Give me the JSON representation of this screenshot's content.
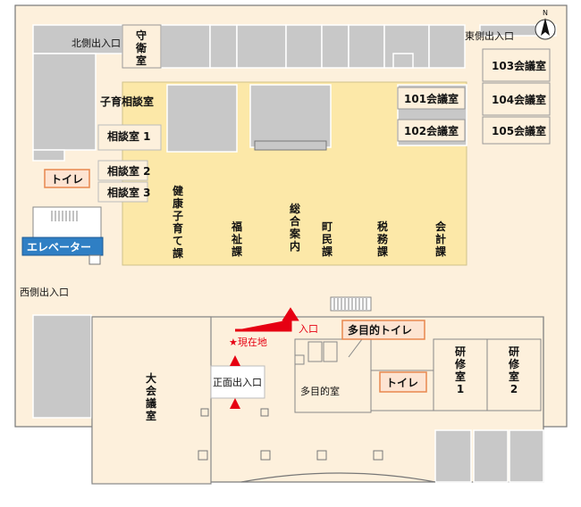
{
  "compass": "N",
  "labels": {
    "north_entrance": "北側出入口",
    "guard_room": "守衛室",
    "east_entrance": "東側出入口",
    "room_103": "103会議室",
    "room_104": "104会議室",
    "room_105": "105会議室",
    "room_101": "101会議室",
    "room_102": "102会議室",
    "childcare_consult": "子育相談室",
    "consult_1": "相談室 1",
    "consult_2": "相談室 2",
    "consult_3": "相談室 3",
    "toilet_west": "トイレ",
    "elevator": "エレベーター",
    "west_entrance": "西側出入口",
    "health_childcare": "健康子育て課",
    "welfare": "福祉課",
    "general_info": "総合案内",
    "town_residents": "町民課",
    "tax": "税務課",
    "accounting": "会計課",
    "entrance": "入口",
    "multipurpose_toilet": "多目的トイレ",
    "current_location": "★現在地",
    "main_entrance": "正面出入口",
    "multipurpose_room": "多目的室",
    "toilet_south": "トイレ",
    "training_1": "研修室1",
    "training_2": "研修室2",
    "large_hall": "大会議室"
  },
  "colors": {
    "floor": "#fdf0dc",
    "counter_area": "#fce8a8",
    "room": "#c8c8c8",
    "toilet_fill": "#fde4d2",
    "toilet_border": "#e8874e",
    "elevator": "#2f7fc4",
    "red": "#e60012"
  }
}
